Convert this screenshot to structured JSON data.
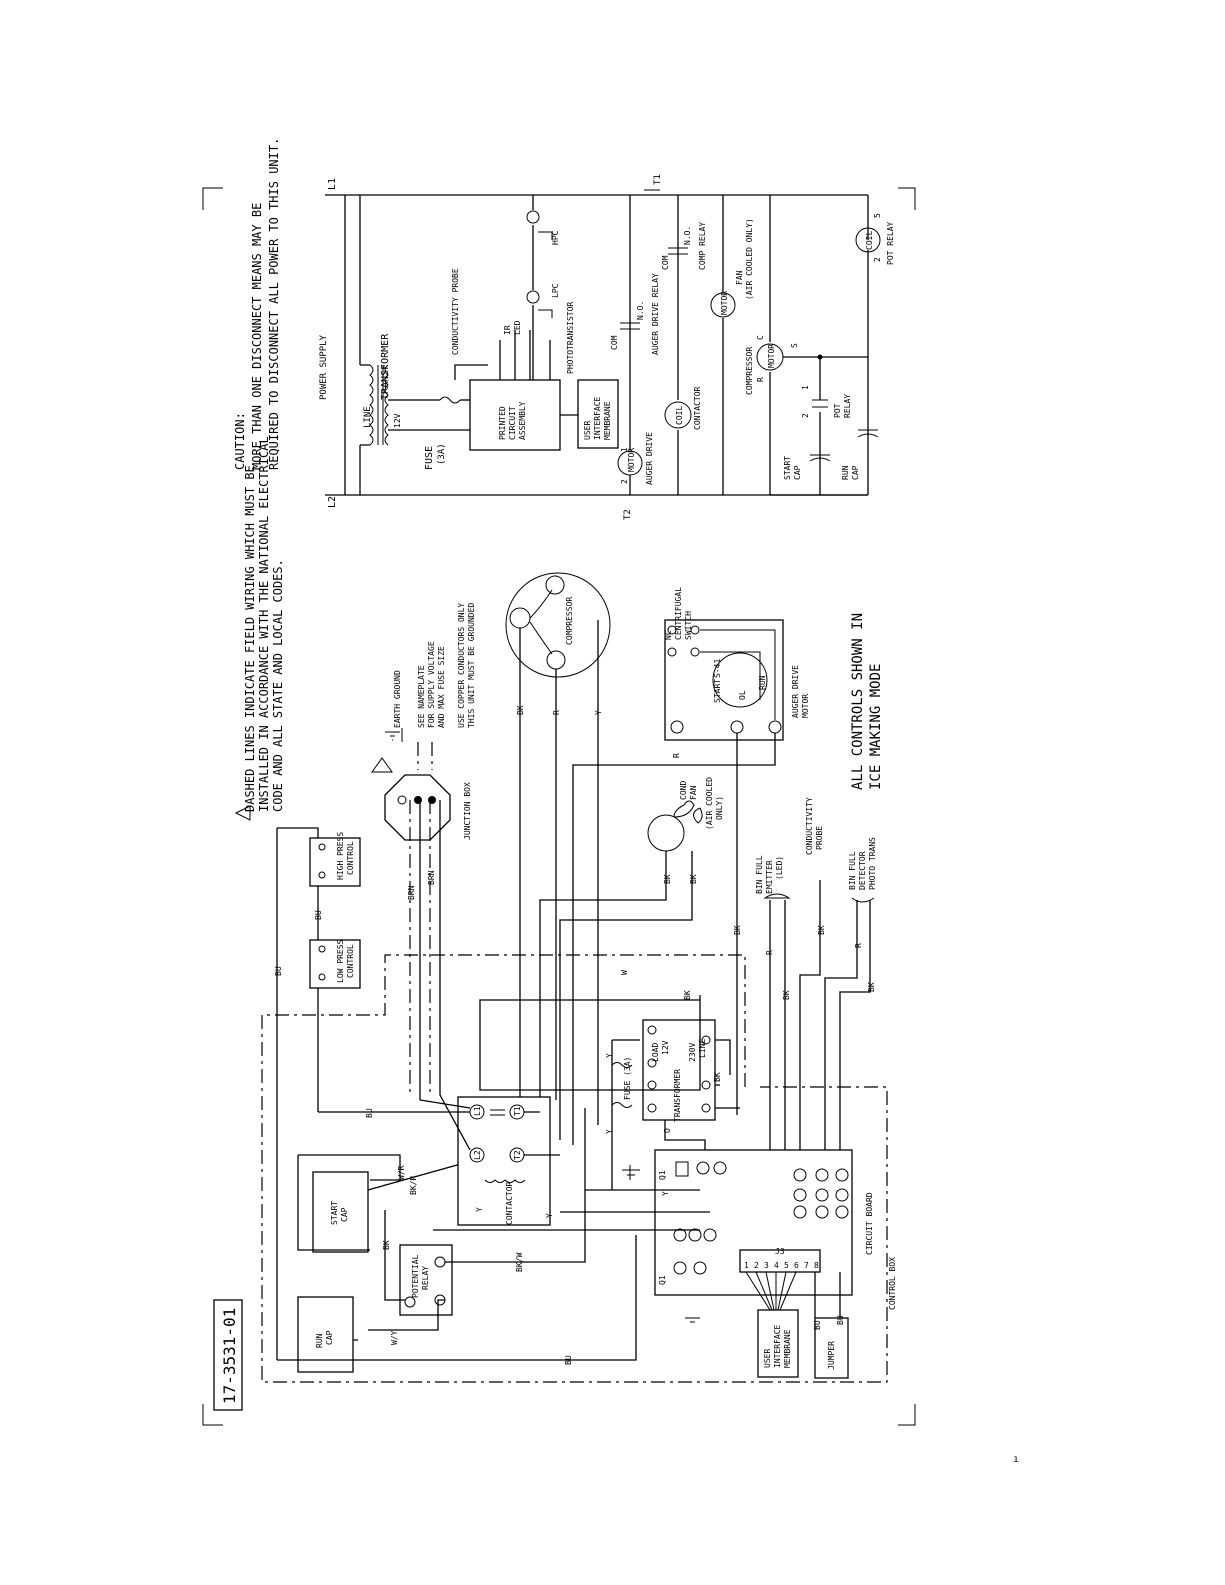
{
  "drawing_number": "17-3531-01",
  "page_mark": "ı",
  "ladder": {
    "caution": [
      "CAUTION:",
      "MORE THAN ONE DISCONNECT MEANS MAY BE",
      "REQUIRED TO DISCONNECT ALL POWER TO THIS UNIT."
    ],
    "l1": "L1",
    "l2": "L2",
    "t1": "T1",
    "t2": "T2",
    "power_supply": "POWER SUPPLY",
    "line": "LINE",
    "transformer": "TRANSFORMER",
    "v12": "12V",
    "fuse": "FUSE",
    "fuse_rating": "(3A)",
    "pcb": [
      "PRINTED",
      "CIRCUIT",
      "ASSEMBLY"
    ],
    "uim": [
      "USER",
      "INTERFACE",
      "MEMBRANE"
    ],
    "conductivity_probe": "CONDUCTIVITY PROBE",
    "ir_led": [
      "IR",
      "LED"
    ],
    "phototransistor": "PHOTOTRANSISTOR",
    "lpc": "LPC",
    "hpc": "HPC",
    "auger_drive": "AUGER DRIVE",
    "motor": "MOTOR",
    "com": "COM",
    "no": "N.O.",
    "auger_drive_relay": "AUGER DRIVE RELAY",
    "coil": "COIL",
    "contactor": "CONTACTOR",
    "comp_relay": "COMP RELAY",
    "fan": "FAN",
    "air_cooled_only": "(AIR COOLED ONLY)",
    "compressor": "COMPRESSOR",
    "start_cap": [
      "START",
      "CAP"
    ],
    "run_cap": [
      "RUN",
      "CAP"
    ],
    "pot_relay": "POT RELAY",
    "pot_relay_split": [
      "POT",
      "RELAY"
    ],
    "pin_c": "C",
    "pin_r": "R",
    "pin_s": "S",
    "n1": "1",
    "n2": "2",
    "n5": "5"
  },
  "field": {
    "note": [
      "DASHED LINES INDICATE FIELD WIRING WHICH MUST BE",
      "INSTALLED IN ACCORDANCE WITH THE NATIONAL ELECTRICAL",
      "CODE AND ALL STATE AND LOCAL CODES."
    ],
    "earth_ground": "EARTH GROUND",
    "supply_note": [
      "SEE NAMEPLATE",
      "FOR SUPPLY VOLTAGE",
      "AND MAX FUSE SIZE"
    ],
    "copper_note": [
      "USE COPPER CONDUCTORS ONLY",
      "THIS UNIT MUST BE GROUNDED"
    ],
    "junction_box": "JUNCTION BOX",
    "high_press": [
      "HIGH PRESS",
      "CONTROL"
    ],
    "low_press": [
      "LOW PRESS",
      "CONTROL"
    ],
    "compressor": "COMPRESSOR",
    "nc_centrifugal": [
      "NC",
      "CENTRIFUGAL",
      "SWITCH"
    ],
    "auger_motor": [
      "AUGER DRIVE",
      "MOTOR"
    ],
    "start": "START",
    "s41": "S-41",
    "run": "RUN",
    "ol": "OL",
    "all_controls": [
      "ALL CONTROLS SHOWN IN",
      "ICE MAKING MODE"
    ],
    "cond_fan": [
      "COND",
      "FAN"
    ],
    "air_only": [
      "(AIR COOLED",
      "ONLY)"
    ],
    "bin_full_emitter": [
      "BIN FULL",
      "EMITTER",
      "(LED)"
    ],
    "conductivity_probe": [
      "CONDUCTIVITY",
      "PROBE"
    ],
    "bin_full_detector": [
      "BIN FULL",
      "DETECTOR",
      "PHOTO TRANS"
    ],
    "start_cap": [
      "START",
      "CAP"
    ],
    "run_cap": [
      "RUN",
      "CAP"
    ],
    "potential_relay": [
      "POTENTIAL",
      "RELAY"
    ],
    "contactor": "CONTACTOR",
    "transformer": "TRANSFORMER",
    "fuse": "FUSE (3A)",
    "v12_load": [
      "LOAD",
      "12V"
    ],
    "v230_line": [
      "230V",
      "LINE"
    ],
    "circuit_board": "CIRCUIT BOARD",
    "control_box": "CONTROL BOX",
    "uim": [
      "USER",
      "INTERFACE",
      "MEMBRANE"
    ],
    "jumper": "JUMPER",
    "j3": "J3",
    "j3_pins": [
      "1",
      "2",
      "3",
      "4",
      "5",
      "6",
      "7",
      "8"
    ],
    "l1": "L1",
    "l2": "L2",
    "t1": "T1",
    "t2": "T2",
    "q1": "Q1"
  },
  "wire_colors": {
    "bu": "BU",
    "bk": "BK",
    "r": "R",
    "y": "Y",
    "w": "W",
    "o": "O",
    "brn": "BRN",
    "wr": "W/R",
    "bkr": "BK/R",
    "bky": "BK/Y",
    "wy": "W/Y",
    "bkw": "BK/W"
  },
  "colors": {
    "ink": "#000000",
    "paper": "#ffffff"
  }
}
